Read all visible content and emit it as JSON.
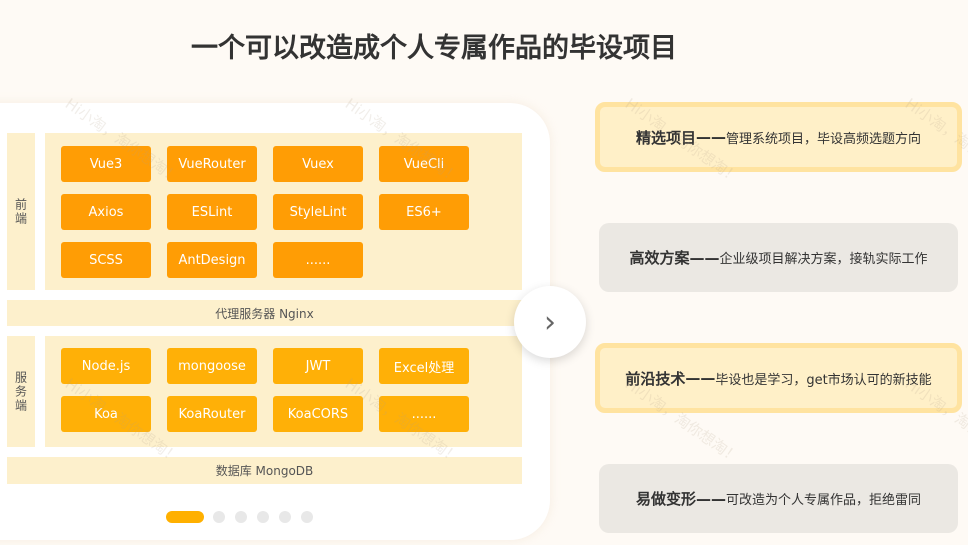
{
  "title": "一个可以改造成个人专属作品的毕设项目",
  "diagram": {
    "frontend_label": "前端",
    "frontend_items": [
      "Vue3",
      "VueRouter",
      "Vuex",
      "VueCli",
      "Axios",
      "ESLint",
      "StyleLint",
      "ES6+",
      "SCSS",
      "AntDesign",
      "......"
    ],
    "proxy_label": "代理服务器 Nginx",
    "server_label": "服务端",
    "server_items": [
      "Node.js",
      "mongoose",
      "JWT",
      "Excel处理",
      "Koa",
      "KoaRouter",
      "KoaCORS",
      "......"
    ],
    "database_label": "数据库 MongoDB"
  },
  "carousel": {
    "slides": 6,
    "active": 0,
    "next_icon": "chevron-right-icon"
  },
  "features": [
    {
      "title": "精选项目",
      "sep": "——",
      "desc": "管理系统项目，毕设高频选题方向",
      "highlight": true
    },
    {
      "title": "高效方案",
      "sep": "——",
      "desc": "企业级项目解决方案，接轨实际工作",
      "highlight": false
    },
    {
      "title": "前沿技术",
      "sep": "——",
      "desc": "毕设也是学习，get市场认可的新技能",
      "highlight": true
    },
    {
      "title": "易做变形",
      "sep": "——",
      "desc": "可改造为个人专属作品，拒绝雷同",
      "highlight": false
    }
  ],
  "colors": {
    "frontend": "#ff9d05",
    "server": "#ffb007",
    "active_dot": "#ffb000"
  },
  "watermark": "Hi小淘，淘你想淘！"
}
